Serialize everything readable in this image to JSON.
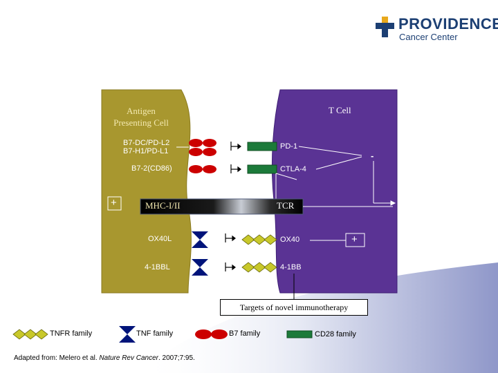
{
  "logo": {
    "name": "PROVIDENCE",
    "subtitle": "Cancer Center"
  },
  "cells": {
    "apc_title_line1": "Antigen",
    "apc_title_line2": "Presenting Cell",
    "tcell_title": "T Cell"
  },
  "ligands": {
    "pd_ligands_line1": "B7-DC/PD-L2",
    "pd_ligands_line2": "B7-H1/PD-L1",
    "b7_2": "B7-2(CD86)",
    "mhc": "MHC-I/II",
    "ox40l": "OX40L",
    "four1bbl": "4-1BBL"
  },
  "receptors": {
    "pd1": "PD-1",
    "ctla4": "CTLA-4",
    "tcr": "TCR",
    "ox40": "OX40",
    "four1bb": "4-1BB"
  },
  "signs": {
    "apc_plus": "+",
    "inhibitory": "-",
    "costim_plus": "+"
  },
  "targets": "Targets of novel immunotherapy",
  "legend": {
    "tnfr": "TNFR family",
    "tnf": "TNF family",
    "b7": "B7 family",
    "cd28": "CD28 family"
  },
  "citation": {
    "prefix": "Adapted from: Melero et al. ",
    "journal": "Nature Rev Cancer",
    "suffix": ". 2007;7:95."
  },
  "colors": {
    "apc": "#a8972f",
    "tcell": "#5a3394",
    "b7": "#cc0000",
    "cd28": "#1c7a3a",
    "tnf": "#00147a",
    "tnfr": "#c8c82a",
    "logo_blue": "#1c3f73",
    "logo_gold": "#e8a81c"
  }
}
